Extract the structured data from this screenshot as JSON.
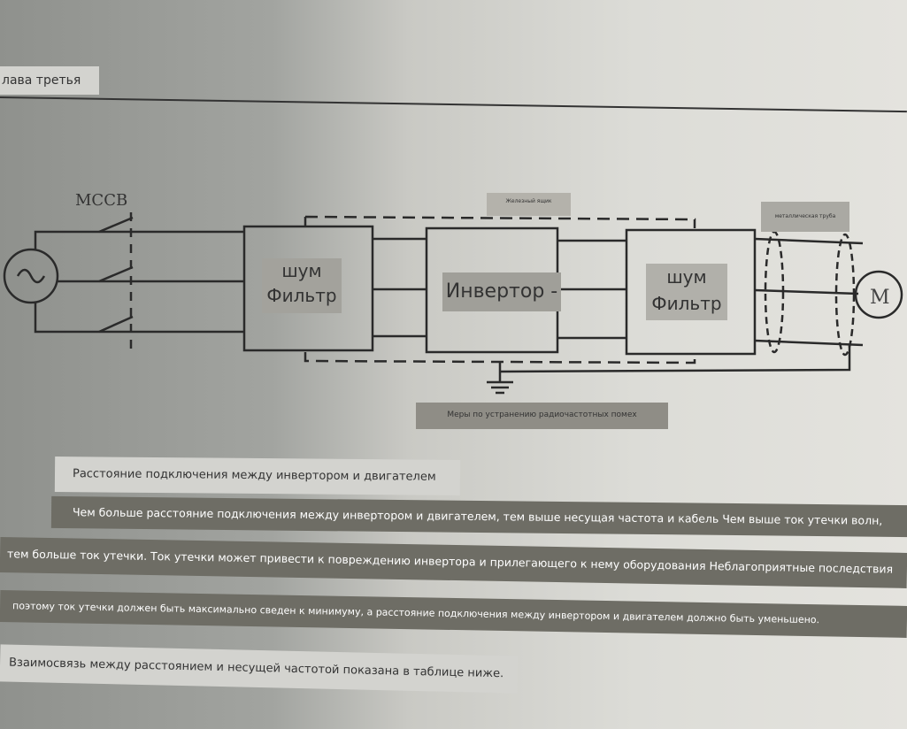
{
  "header": {
    "chapter": "лава третья"
  },
  "diagram": {
    "switch_label": "MCCB",
    "iron_box_label": "Железный ящик",
    "metal_pipe_label": "металлическая труба",
    "filter1": {
      "line1": "шум",
      "line2": "Фильтр"
    },
    "inverter": "Инвертор -",
    "filter2": {
      "line1": "шум",
      "line2": "Фильтр"
    },
    "motor": "M",
    "caption": "Меры по устранению радиочастотных помех"
  },
  "text": {
    "heading": "Расстояние подключения между инвертором и двигателем",
    "p1": "Чем больше расстояние подключения между инвертором и двигателем, тем выше несущая частота и кабель Чем выше ток утечки волн,",
    "p2": "тем больше ток утечки. Ток утечки может привести к повреждению инвертора и прилегающего к нему оборудования Неблагоприятные последствия",
    "p3": "поэтому ток утечки должен быть максимально сведен к минимуму, а расстояние подключения между инвертором и двигателем должно быть уменьшено.",
    "p4": "Взаимосвязь между расстоянием и несущей частотой показана в таблице ниже."
  }
}
